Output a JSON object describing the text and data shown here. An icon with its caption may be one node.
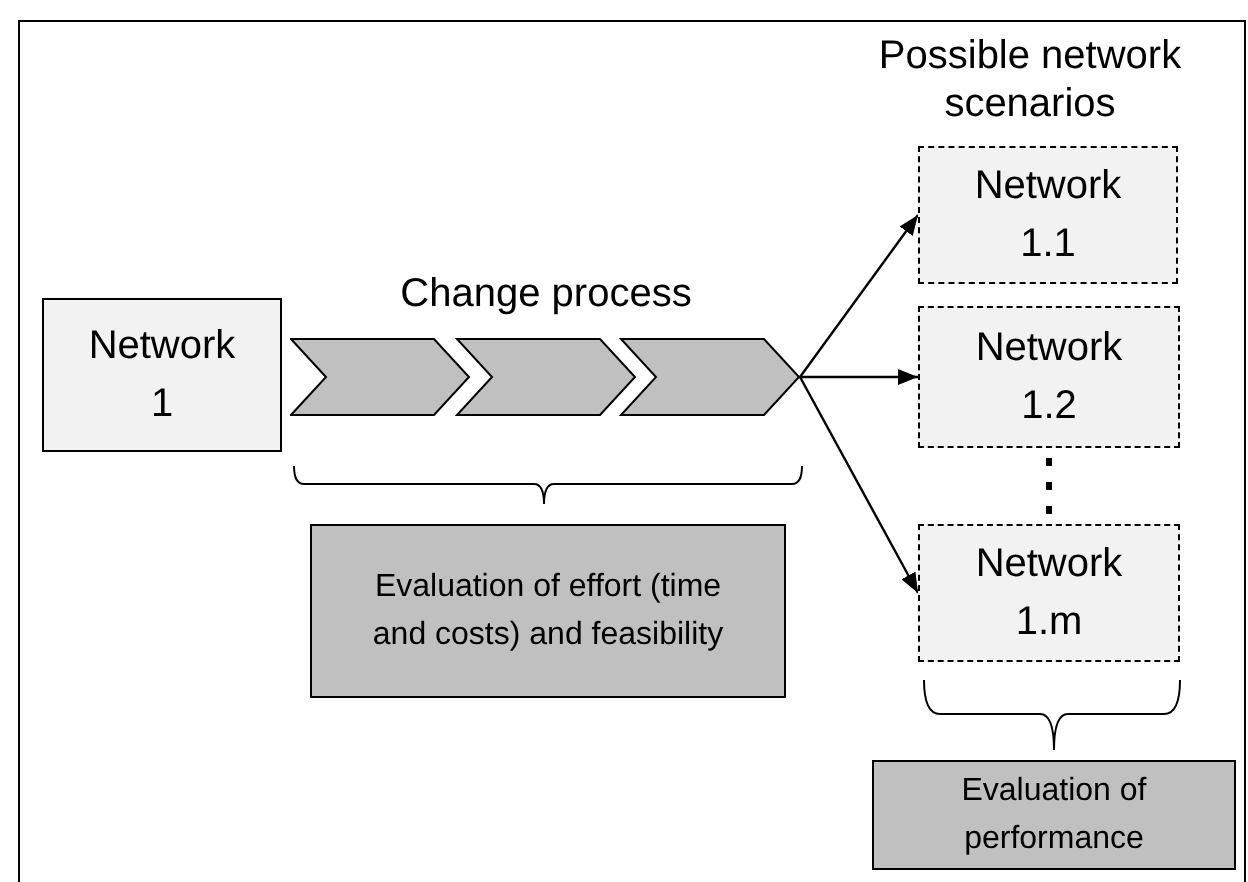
{
  "diagram": {
    "nodes": [
      {
        "text": [
          "Network 1"
        ]
      },
      {
        "text": [
          "Change process"
        ]
      },
      {
        "text": [
          "Network 1.1"
        ]
      },
      {
        "text": [
          "Network 1.2"
        ]
      },
      {
        "text": [
          "Network 1.m"
        ]
      },
      {
        "text": [
          "Evaluation of effort (time and costs) and feasibility"
        ]
      },
      {
        "text": [
          "Evaluation of performance"
        ]
      }
    ],
    "edges": [
      {
        "from": 1,
        "to": 2,
        "arrow": "to"
      },
      {
        "from": 1,
        "to": 3,
        "arrow": "to"
      },
      {
        "from": 1,
        "to": 4,
        "arrow": "to"
      }
    ],
    "labels": [
      "Possible network scenarios"
    ]
  }
}
